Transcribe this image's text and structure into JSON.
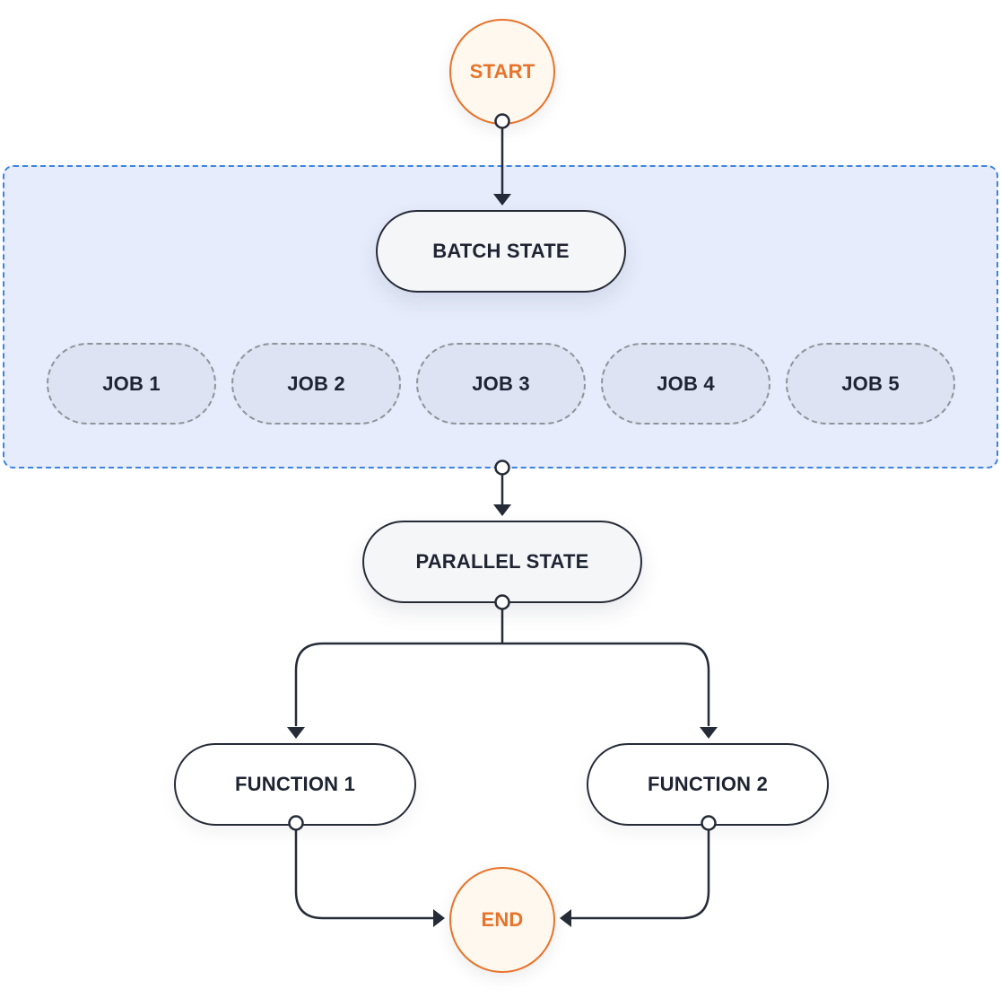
{
  "diagram": {
    "start_label": "START",
    "end_label": "END",
    "batch_state_label": "BATCH STATE",
    "parallel_state_label": "PARALLEL STATE",
    "jobs": [
      "JOB 1",
      "JOB 2",
      "JOB 3",
      "JOB 4",
      "JOB 5"
    ],
    "functions": [
      "FUNCTION 1",
      "FUNCTION 2"
    ]
  },
  "colors": {
    "terminal_accent": "#e8732a",
    "terminal_fill": "#fef8ef",
    "batch_region_border": "#3d84e0",
    "batch_region_fill": "#e6ecfb",
    "job_fill": "#dde3f2",
    "job_border": "#8f9399",
    "node_border": "#262b38",
    "connector": "#262b38"
  }
}
